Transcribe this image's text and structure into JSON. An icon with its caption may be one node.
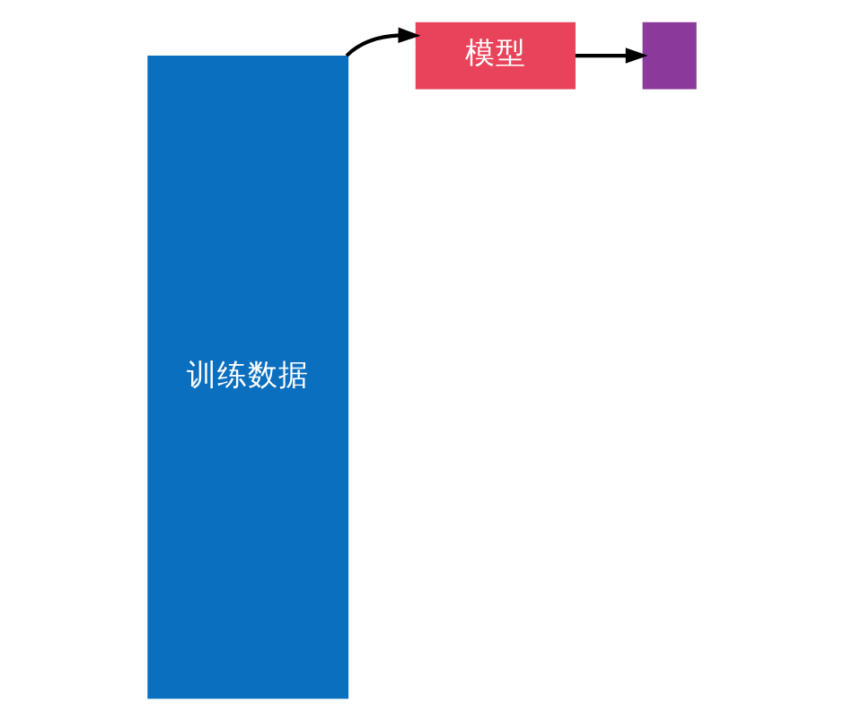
{
  "diagram": {
    "nodes": [
      {
        "text": [
          "训练数据"
        ]
      },
      {
        "text": [
          "模型"
        ]
      },
      {
        "text": [],
        "shape": "box"
      }
    ],
    "edges": [
      {
        "from": 0,
        "to": 1,
        "arrow": "to"
      },
      {
        "from": 1,
        "to": 2,
        "arrow": "to"
      }
    ]
  }
}
